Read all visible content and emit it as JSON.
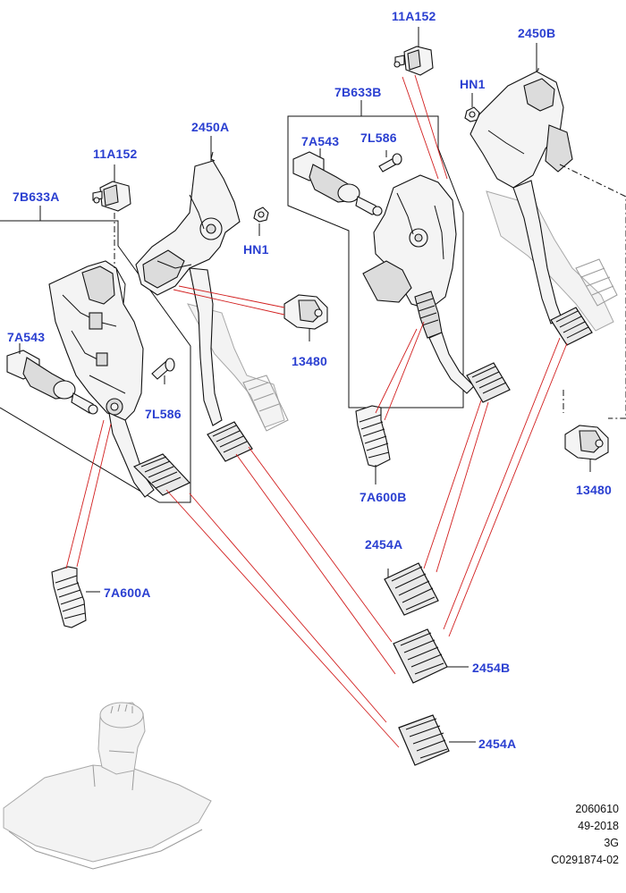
{
  "callouts": {
    "c_11a152_left": "11A152",
    "c_7b633a": "7B633A",
    "c_7a543_left": "7A543",
    "c_7l586_left": "7L586",
    "c_7a600a": "7A600A",
    "c_2450a": "2450A",
    "c_hn1_left": "HN1",
    "c_13480_left": "13480",
    "c_11a152_right": "11A152",
    "c_2450b": "2450B",
    "c_hn1_right": "HN1",
    "c_7b633b": "7B633B",
    "c_7a543_right": "7A543",
    "c_7l586_right": "7L586",
    "c_7a600b": "7A600B",
    "c_13480_right": "13480",
    "c_2454a_top": "2454A",
    "c_2454b": "2454B",
    "c_2454a_bottom": "2454A"
  },
  "footer": {
    "line1": "2060610",
    "line2": "49-2018",
    "line3": "3G",
    "line4": "C0291874-02"
  },
  "colors": {
    "callout_text": "#2a3fd1",
    "leader_red": "#d21f1f",
    "line_art": "#111111"
  }
}
